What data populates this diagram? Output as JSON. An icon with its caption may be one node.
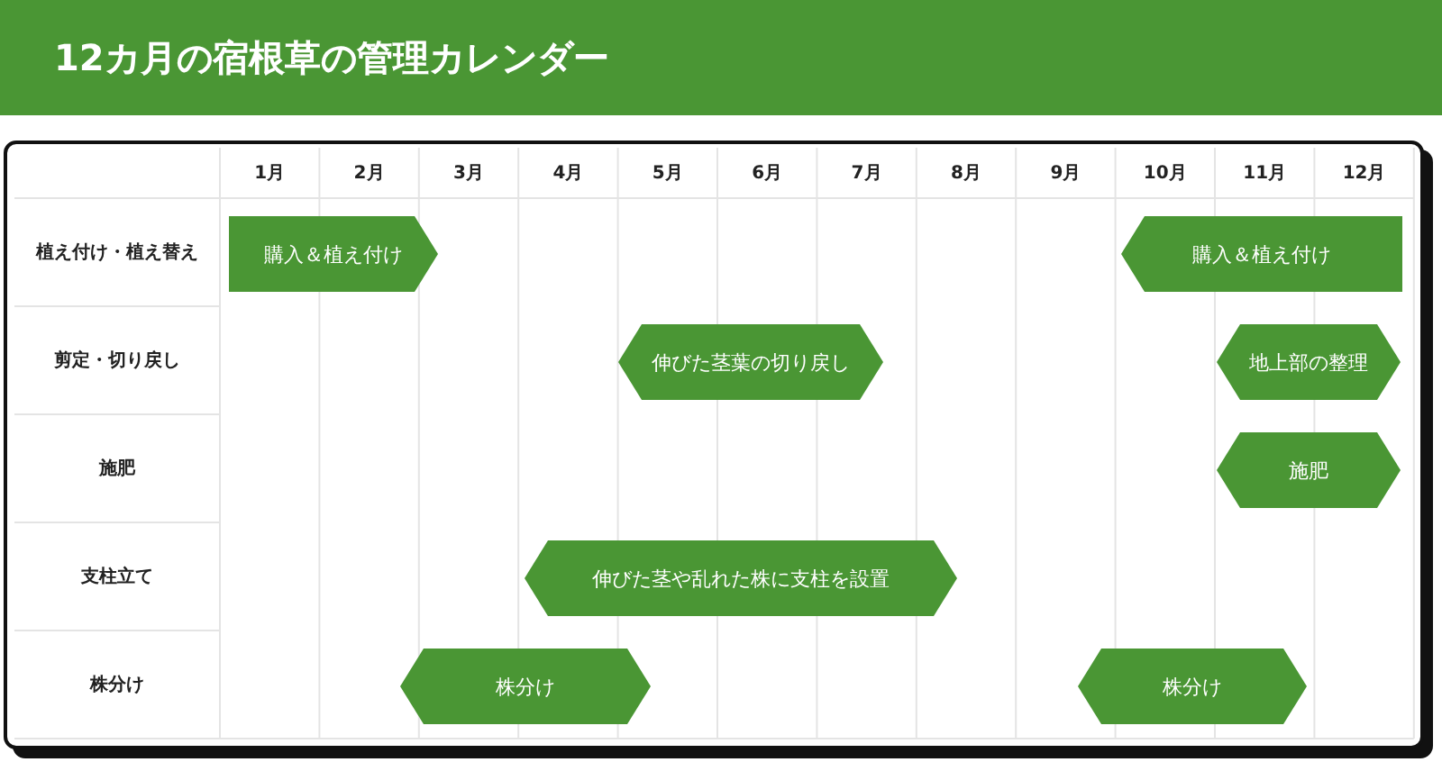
{
  "diagram": {
    "title": "12カ月の宿根草の管理カレンダー",
    "nodes": [
      {
        "text": [
          "購入＆植え付け"
        ]
      },
      {
        "text": [
          "購入＆植え付け"
        ]
      },
      {
        "text": [
          "伸びた茎葉の切り戻し"
        ]
      },
      {
        "text": [
          "地上部の整理"
        ]
      },
      {
        "text": [
          "施肥"
        ]
      },
      {
        "text": [
          "伸びた茎や乱れた株に支柱を設置"
        ]
      },
      {
        "text": [
          "株分け"
        ]
      },
      {
        "text": [
          "株分け"
        ]
      }
    ],
    "labels": [
      "1月",
      "2月",
      "3月",
      "4月",
      "5月",
      "6月",
      "7月",
      "8月",
      "9月",
      "10月",
      "11月",
      "12月",
      "植え付け・植え替え",
      "剪定・切り戻し",
      "施肥",
      "支柱立て",
      "株分け"
    ]
  }
}
